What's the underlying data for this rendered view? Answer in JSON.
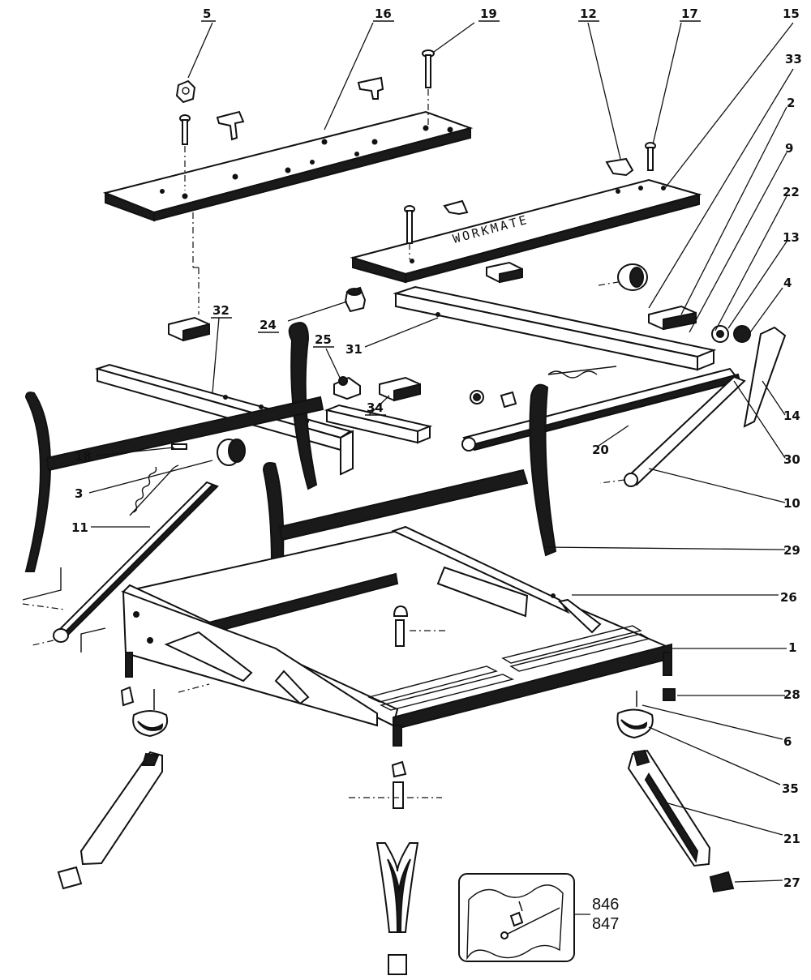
{
  "callouts": [
    {
      "id": "c5",
      "label": "5"
    },
    {
      "id": "c16",
      "label": "16"
    },
    {
      "id": "c19",
      "label": "19"
    },
    {
      "id": "c12",
      "label": "12"
    },
    {
      "id": "c17",
      "label": "17"
    },
    {
      "id": "c15",
      "label": "15"
    },
    {
      "id": "c33",
      "label": "33"
    },
    {
      "id": "c2",
      "label": "2"
    },
    {
      "id": "c9",
      "label": "9"
    },
    {
      "id": "c22",
      "label": "22"
    },
    {
      "id": "c13",
      "label": "13"
    },
    {
      "id": "c4",
      "label": "4"
    },
    {
      "id": "c14",
      "label": "14"
    },
    {
      "id": "c30",
      "label": "30"
    },
    {
      "id": "c10",
      "label": "10"
    },
    {
      "id": "c29",
      "label": "29"
    },
    {
      "id": "c26",
      "label": "26"
    },
    {
      "id": "c1",
      "label": "1"
    },
    {
      "id": "c28",
      "label": "28"
    },
    {
      "id": "c6",
      "label": "6"
    },
    {
      "id": "c35",
      "label": "35"
    },
    {
      "id": "c21",
      "label": "21"
    },
    {
      "id": "c27",
      "label": "27"
    },
    {
      "id": "c24",
      "label": "24"
    },
    {
      "id": "c25",
      "label": "25"
    },
    {
      "id": "c31",
      "label": "31"
    },
    {
      "id": "c32",
      "label": "32"
    },
    {
      "id": "c34",
      "label": "34"
    },
    {
      "id": "c20",
      "label": "20"
    },
    {
      "id": "c18",
      "label": "18"
    },
    {
      "id": "c3",
      "label": "3"
    },
    {
      "id": "c11",
      "label": "11"
    }
  ],
  "kit": {
    "line1": "846",
    "line2": "847"
  },
  "brand_text": "WORKMATE"
}
